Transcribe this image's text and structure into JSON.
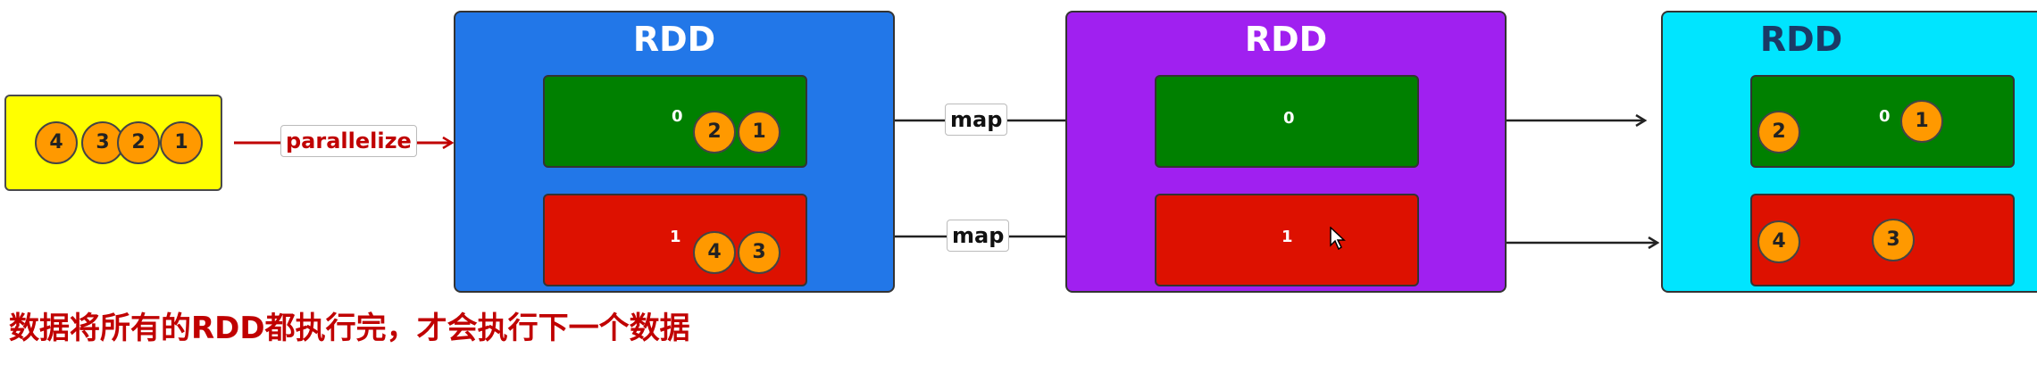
{
  "source": {
    "balls": [
      "4",
      "3",
      "2",
      "1"
    ],
    "edge_label": "parallelize"
  },
  "rdds": [
    {
      "title": "RDD",
      "color": "#2277e8",
      "title_color": "#ffffff",
      "partitions": [
        {
          "index": "0",
          "color": "#008000",
          "balls": [
            "2",
            "1"
          ]
        },
        {
          "index": "1",
          "color": "#dd1100",
          "balls": [
            "4",
            "3"
          ]
        }
      ]
    },
    {
      "title": "RDD",
      "color": "#a020f0",
      "title_color": "#ffffff",
      "partitions": [
        {
          "index": "0",
          "color": "#008000",
          "balls": []
        },
        {
          "index": "1",
          "color": "#dd1100",
          "balls": []
        }
      ]
    },
    {
      "title": "RDD",
      "color": "#00e5ff",
      "title_color": "#1a3a66",
      "partitions": [
        {
          "index": "0",
          "color": "#008000",
          "balls": [
            "2",
            "1"
          ]
        },
        {
          "index": "",
          "color": "#dd1100",
          "balls": [
            "4",
            "3"
          ]
        }
      ]
    }
  ],
  "map_labels": [
    "map",
    "map"
  ],
  "caption": "数据将所有的RDD都执行完，才会执行下一个数据",
  "colors": {
    "source_fill": "#ffff00",
    "ball_fill": "#ff9900",
    "parallelize_text": "#c00000",
    "arrow_dark": "#222222",
    "arrow_red": "#c00000"
  },
  "icons": {
    "cursor": "mouse-pointer-icon"
  }
}
